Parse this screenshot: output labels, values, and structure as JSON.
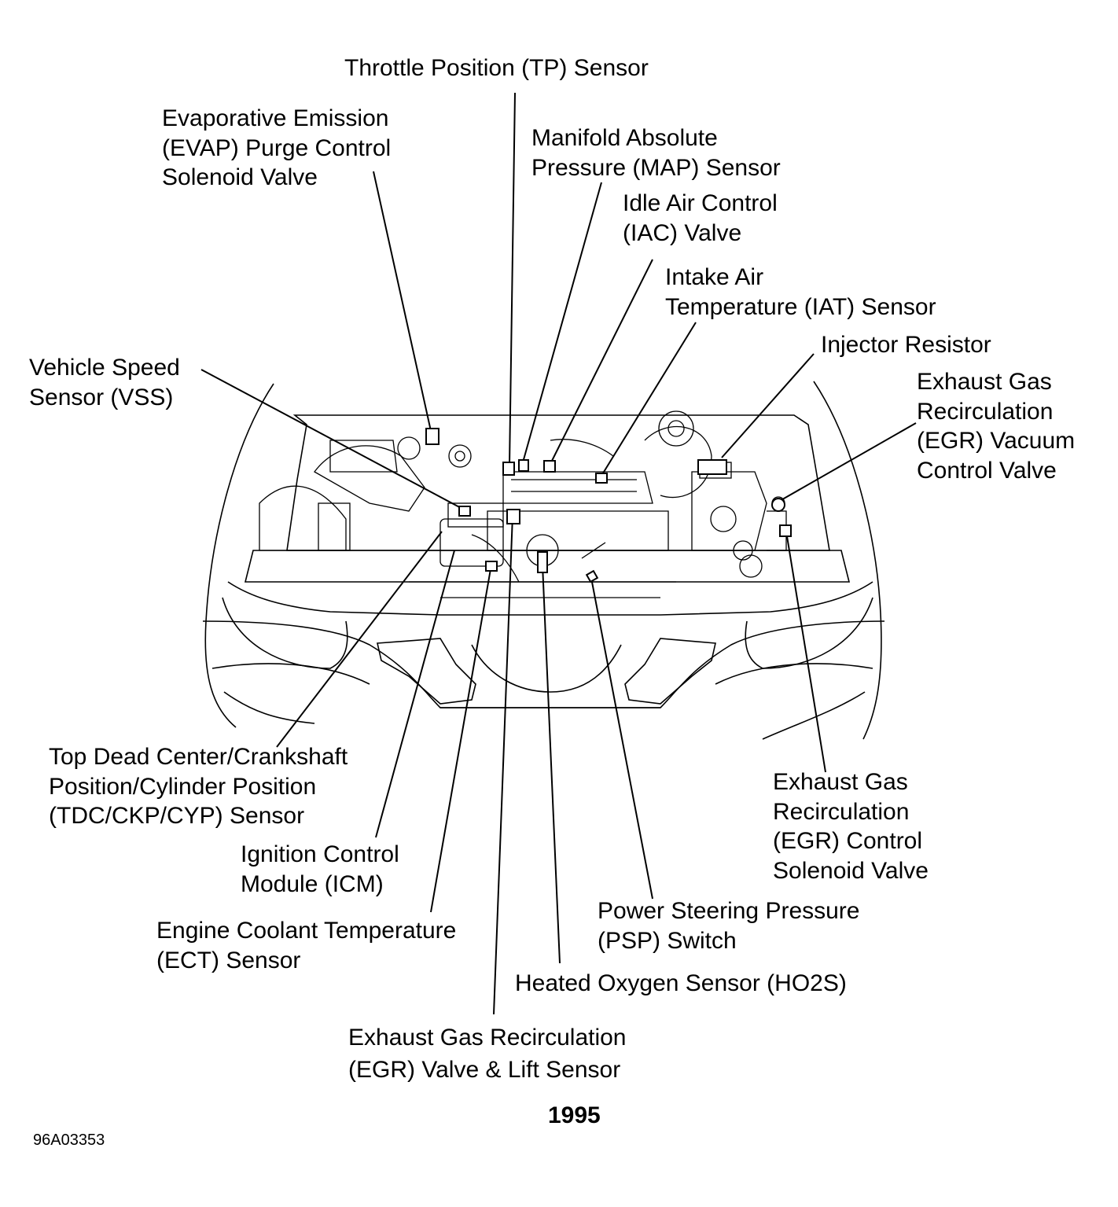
{
  "title": "Engine Compartment Component Locations",
  "year_label": "1995",
  "figure_id": "96A03353",
  "labels": {
    "tp_sensor": [
      "Throttle Position (TP) Sensor"
    ],
    "evap": [
      "Evaporative Emission",
      "(EVAP) Purge Control",
      "Solenoid Valve"
    ],
    "map_sensor": [
      "Manifold Absolute",
      "Pressure (MAP) Sensor"
    ],
    "iac_valve": [
      "Idle Air Control",
      "(IAC) Valve"
    ],
    "iat_sensor": [
      "Intake Air",
      "Temperature (IAT) Sensor"
    ],
    "injector_resistor": [
      "Injector Resistor"
    ],
    "egr_vacuum": [
      "Exhaust Gas",
      "Recirculation",
      "(EGR) Vacuum",
      "Control Valve"
    ],
    "vss": [
      "Vehicle Speed",
      "Sensor (VSS)"
    ],
    "tdc_ckp_cyp": [
      "Top Dead Center/Crankshaft",
      "Position/Cylinder Position",
      "(TDC/CKP/CYP) Sensor"
    ],
    "icm": [
      "Ignition Control",
      "Module (ICM)"
    ],
    "ect_sensor": [
      "Engine Coolant Temperature",
      "(ECT) Sensor"
    ],
    "egr_control": [
      "Exhaust Gas",
      "Recirculation",
      "(EGR) Control",
      "Solenoid Valve"
    ],
    "psp_switch": [
      "Power Steering Pressure",
      "(PSP) Switch"
    ],
    "ho2s": [
      "Heated Oxygen Sensor (HO2S)"
    ],
    "egr_valve": [
      "Exhaust Gas Recirculation",
      "(EGR) Valve & Lift Sensor"
    ]
  }
}
